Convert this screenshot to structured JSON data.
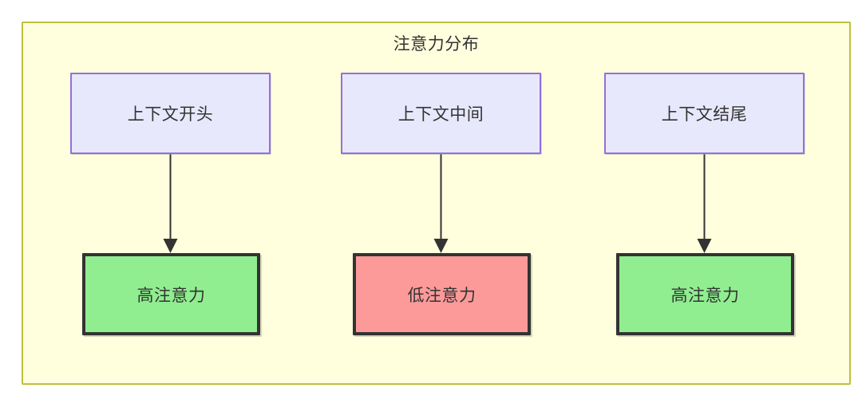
{
  "diagram": {
    "title": "注意力分布",
    "background_color": "#ffffde",
    "border_color": "#bfbf3f",
    "text_color": "#333333"
  },
  "context_nodes": [
    {
      "id": "ctx-start",
      "label": "上下文开头",
      "fill": "#e8e8fc",
      "stroke": "#9370db"
    },
    {
      "id": "ctx-middle",
      "label": "上下文中间",
      "fill": "#e8e8fc",
      "stroke": "#9370db"
    },
    {
      "id": "ctx-end",
      "label": "上下文结尾",
      "fill": "#e8e8fc",
      "stroke": "#9370db"
    }
  ],
  "attention_nodes": [
    {
      "id": "attn-start",
      "label": "高注意力",
      "fill": "#90ee90",
      "stroke": "#333333",
      "level": "high"
    },
    {
      "id": "attn-middle",
      "label": "低注意力",
      "fill": "#fc9a9a",
      "stroke": "#333333",
      "level": "low"
    },
    {
      "id": "attn-end",
      "label": "高注意力",
      "fill": "#90ee90",
      "stroke": "#333333",
      "level": "high"
    }
  ],
  "edges": [
    {
      "from": "ctx-start",
      "to": "attn-start",
      "label": ""
    },
    {
      "from": "ctx-middle",
      "to": "attn-middle",
      "label": ""
    },
    {
      "from": "ctx-end",
      "to": "attn-end",
      "label": ""
    }
  ]
}
